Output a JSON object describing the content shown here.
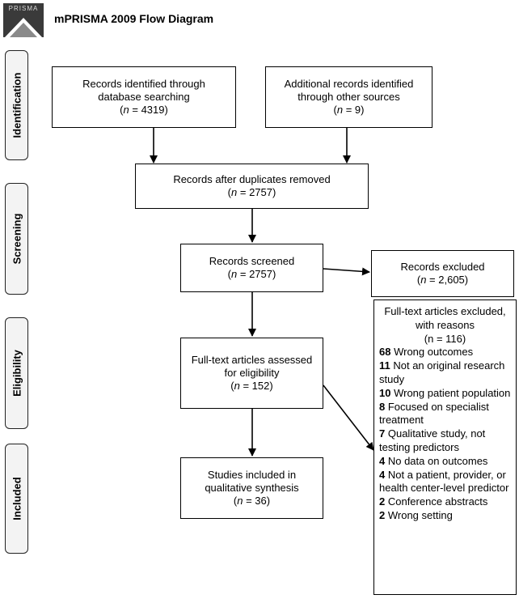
{
  "header": {
    "logo_text": "PRISMA",
    "title": "mPRISMA 2009 Flow Diagram"
  },
  "stages": [
    "Identification",
    "Screening",
    "Eligibility",
    "Included"
  ],
  "boxes": {
    "db_search": {
      "line1": "Records identified through",
      "line2": "database searching",
      "n": "n",
      "value": " = 4319)"
    },
    "other_sources": {
      "line1": "Additional records identified",
      "line2": "through other sources",
      "n": "n",
      "value": " = 9)"
    },
    "after_duplicates": {
      "line1": "Records after duplicates removed",
      "n": "n",
      "value": " = 2757)"
    },
    "screened": {
      "line1": "Records screened",
      "n": "n",
      "value": " = 2757)"
    },
    "excluded": {
      "line1": "Records excluded",
      "n": "n",
      "value": " = 2,605)"
    },
    "fulltext": {
      "line1": "Full-text articles assessed",
      "line2": "for eligibility",
      "n": "n",
      "value": " = 152)"
    },
    "included": {
      "line1": "Studies included in",
      "line2": "qualitative synthesis",
      "n": "n",
      "value": " = 36)"
    }
  },
  "fulltext_excluded": {
    "line1": "Full-text articles excluded,",
    "line2": "with reasons",
    "count": "(n = 116)",
    "reasons": [
      {
        "count": "68",
        "text": " Wrong outcomes"
      },
      {
        "count": "11",
        "text": " Not an original research study"
      },
      {
        "count": "10",
        "text": " Wrong patient population"
      },
      {
        "count": "8",
        "text": " Focused on specialist treatment"
      },
      {
        "count": "7",
        "text": " Qualitative study, not testing predictors"
      },
      {
        "count": "4",
        "text": " No data on outcomes"
      },
      {
        "count": "4",
        "text": " Not a patient, provider, or health center-level predictor"
      },
      {
        "count": "2",
        "text": " Conference abstracts"
      },
      {
        "count": "2",
        "text": " Wrong setting"
      }
    ]
  }
}
